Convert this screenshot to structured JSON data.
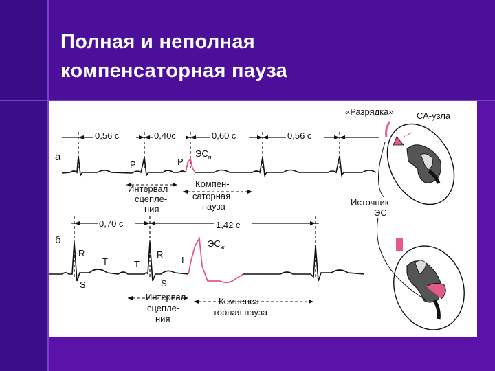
{
  "slide": {
    "title_line1": "Полная и неполная",
    "title_line2": "компенсаторная пауза"
  },
  "figure": {
    "panel_a": {
      "label": "а",
      "intervals": [
        "0,56 с",
        "0,40с",
        "0,60 с",
        "0,56 с"
      ],
      "wave_labels": {
        "p1": "P",
        "p2": "P",
        "es": "ЭС",
        "es_sub": "п"
      },
      "coupling_interval": [
        "Интервал",
        "сцепле-",
        "ния"
      ],
      "comp_pause": [
        "Компен-",
        "саторная",
        "пауза"
      ]
    },
    "panel_b": {
      "label": "б",
      "intervals": [
        "0,70 с",
        "1,42 с"
      ],
      "wave_labels": {
        "r1": "R",
        "t1": "T",
        "t2": "T",
        "r2": "R",
        "i": "I",
        "s1": "S",
        "s2": "S",
        "es": "ЭС",
        "es_sub": "ж"
      },
      "coupling_interval": [
        "Интервал",
        "сцепле-",
        "ния"
      ],
      "comp_pause": [
        "Компенса-",
        "торная пауза"
      ]
    },
    "heart": {
      "discharge": "«Разрядка»",
      "sa_node": "СА-узла",
      "source": [
        "Источник",
        "ЭС"
      ]
    }
  }
}
